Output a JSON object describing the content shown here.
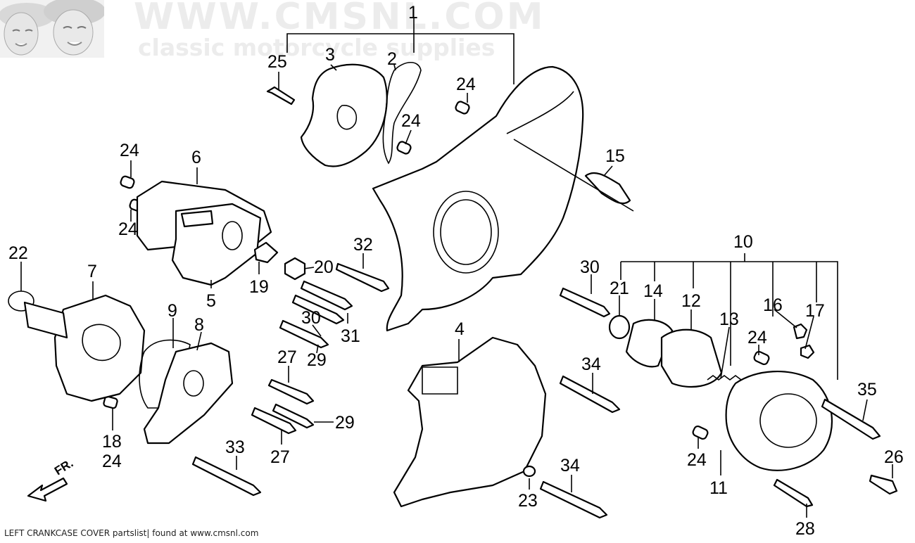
{
  "watermark": {
    "line1": "WWW.CMSNL.COM",
    "line2": "classic motorcycle supplies"
  },
  "caption": "LEFT CRANKCASE COVER partslist| found at www.cmsnl.com",
  "logo": {
    "icon": "rider-faces-logo"
  },
  "front_marker": "FR.",
  "callouts": {
    "c1": "1",
    "c2": "2",
    "c3": "3",
    "c4": "4",
    "c5": "5",
    "c6": "6",
    "c7": "7",
    "c8": "8",
    "c9": "9",
    "c10": "10",
    "c11": "11",
    "c12": "12",
    "c13": "13",
    "c14": "14",
    "c15": "15",
    "c16": "16",
    "c17": "17",
    "c18": "18",
    "c19": "19",
    "c20": "20",
    "c21": "21",
    "c22": "22",
    "c23": "23",
    "c24a": "24",
    "c24b": "24",
    "c24c": "24",
    "c24d": "24",
    "c24e": "24",
    "c24f": "24",
    "c24g": "24",
    "c25": "25",
    "c26": "26",
    "c27a": "27",
    "c27b": "27",
    "c28": "28",
    "c29a": "29",
    "c29b": "29",
    "c30a": "30",
    "c30b": "30",
    "c31": "31",
    "c32": "32",
    "c33": "33",
    "c34a": "34",
    "c34b": "34",
    "c35": "35"
  }
}
